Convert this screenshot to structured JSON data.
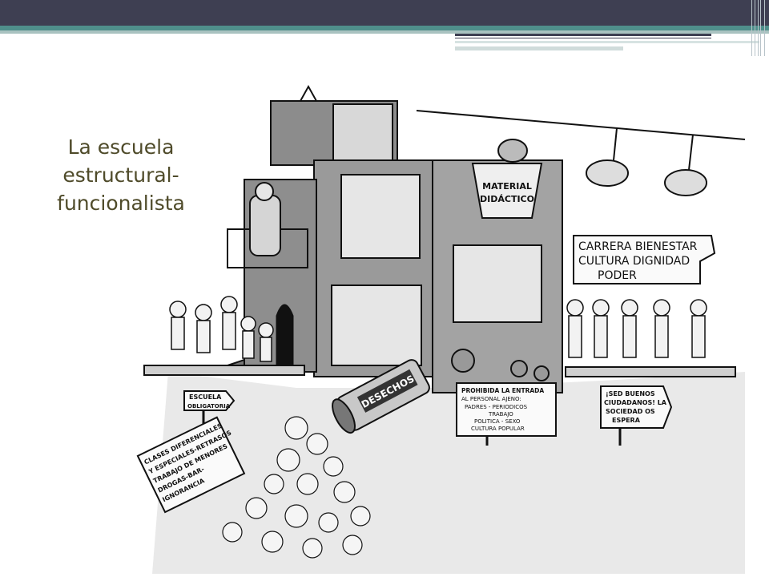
{
  "slide": {
    "title": "La escuela estructural-funcionalista"
  },
  "illustration": {
    "signs": {
      "material": [
        "MATERIAL",
        "DIDÁCTICO"
      ],
      "career": [
        "CARRERA BIENESTAR",
        "CULTURA DIGNIDAD",
        "PODER"
      ],
      "waste": "DESECHOS",
      "school": [
        "ESCUELA",
        "OBLIGATORIA"
      ],
      "prohibited": [
        "PROHIBIDA LA ENTRADA",
        "AL PERSONAL AJENO:",
        "PADRES - PERIODICOS",
        "TRABAJO",
        "POLITICA - SEXO",
        "CULTURA POPULAR"
      ],
      "citizens": [
        "¡SED BUENOS",
        "CIUDADANOS! LA",
        "SOCIEDAD OS",
        "ESPERA"
      ],
      "classes": [
        "CLASES DIFERENCIALES",
        "Y ESPECIALES-RETRASOS",
        "TRABAJO DE MENORES",
        "DROGAS-BAR-",
        "IGNORANCIA"
      ]
    }
  },
  "colors": {
    "topbar": "#3e3f52",
    "accent": "#4f8f8b",
    "title": "#4f4b2a"
  }
}
